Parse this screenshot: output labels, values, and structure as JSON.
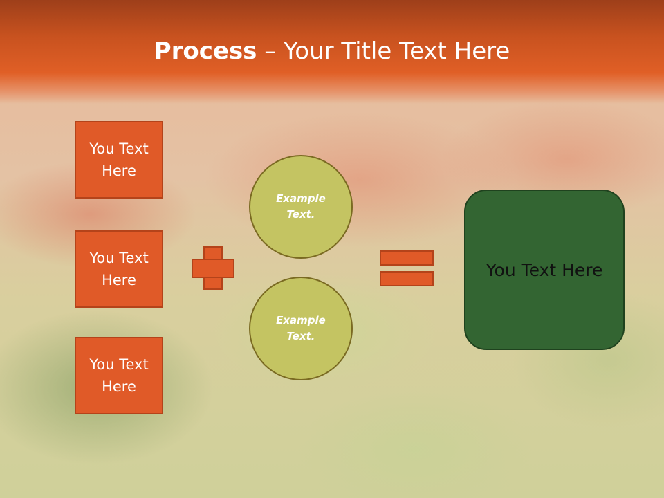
{
  "header": {
    "title_bold": "Process",
    "title_rest": " – Your Title Text Here"
  },
  "inputs": [
    {
      "label": "You Text Here"
    },
    {
      "label": "You Text Here"
    },
    {
      "label": "You Text Here"
    }
  ],
  "operators": {
    "plus": "plus-sign",
    "equals": "equals-sign"
  },
  "circles": [
    {
      "label": "Example Text."
    },
    {
      "label": "Example Text."
    }
  ],
  "result": {
    "label": "You Text Here"
  },
  "colors": {
    "header": "#e05f26",
    "box_fill": "#e05a28",
    "circle_fill": "#c4c462",
    "result_fill": "#336532"
  }
}
